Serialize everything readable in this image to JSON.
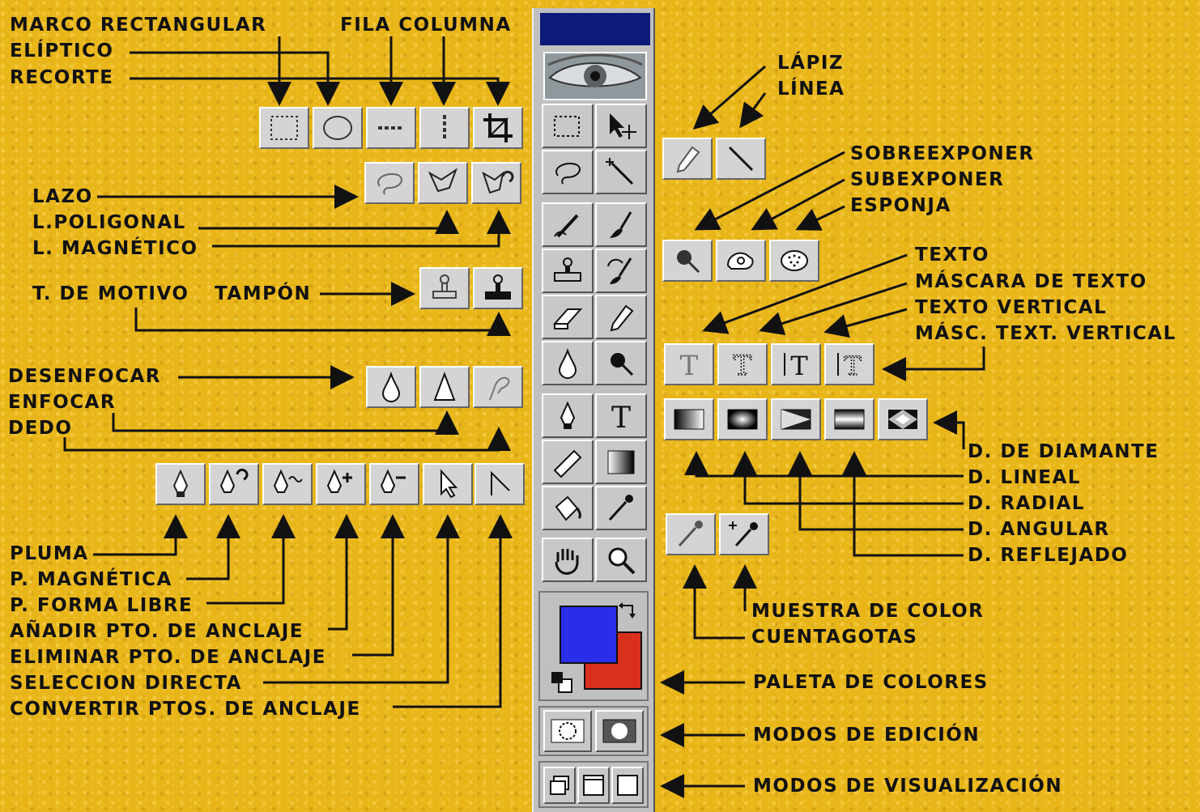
{
  "labels": {
    "marco_rectangular": "MARCO RECTANGULAR",
    "eliptico": "ELÍPTICO",
    "recorte": "RECORTE",
    "fila_columna": "FILA COLUMNA",
    "lazo": "LAZO",
    "l_poligonal": "L.POLIGONAL",
    "l_magnetico": "L. MAGNÉTICO",
    "t_de_motivo": "T. DE MOTIVO",
    "tampon": "TAMPÓN",
    "desenfocar": "DESENFOCAR",
    "enfocar": "ENFOCAR",
    "dedo": "DEDO",
    "pluma": "PLUMA",
    "p_magnetica": "P. MAGNÉTICA",
    "p_forma_libre": "P. FORMA LIBRE",
    "anadir_pto": "AÑADIR PTO. DE ANCLAJE",
    "eliminar_pto": "ELIMINAR PTO. DE ANCLAJE",
    "seleccion_directa": "SELECCION DIRECTA",
    "convertir_ptos": "CONVERTIR PTOS. DE ANCLAJE",
    "lapiz": "LÁPIZ",
    "linea": "LÍNEA",
    "sobreexponer": "SOBREEXPONER",
    "subexponer": "SUBEXPONER",
    "esponja": "ESPONJA",
    "texto": "TEXTO",
    "mascara_texto": "MÁSCARA DE TEXTO",
    "texto_vertical": "TEXTO VERTICAL",
    "masc_text_vertical": "MÁSC. TEXT. VERTICAL",
    "d_diamante": "D. DE DIAMANTE",
    "d_lineal": "D. LINEAL",
    "d_radial": "D. RADIAL",
    "d_angular": "D. ANGULAR",
    "d_reflejado": "D. REFLEJADO",
    "muestra_color": "MUESTRA DE COLOR",
    "cuentagotas": "CUENTAGOTAS",
    "paleta_colores": "PALETA DE COLORES",
    "modos_edicion": "MODOS DE EDICIÓN",
    "modos_visualizacion": "MODOS DE VISUALIZACIÓN"
  },
  "colors": {
    "background": "#e9b61a",
    "foreground_color": "#2a2ee8",
    "background_color": "#d8301c",
    "toolbox_title": "#0d1a7a"
  }
}
